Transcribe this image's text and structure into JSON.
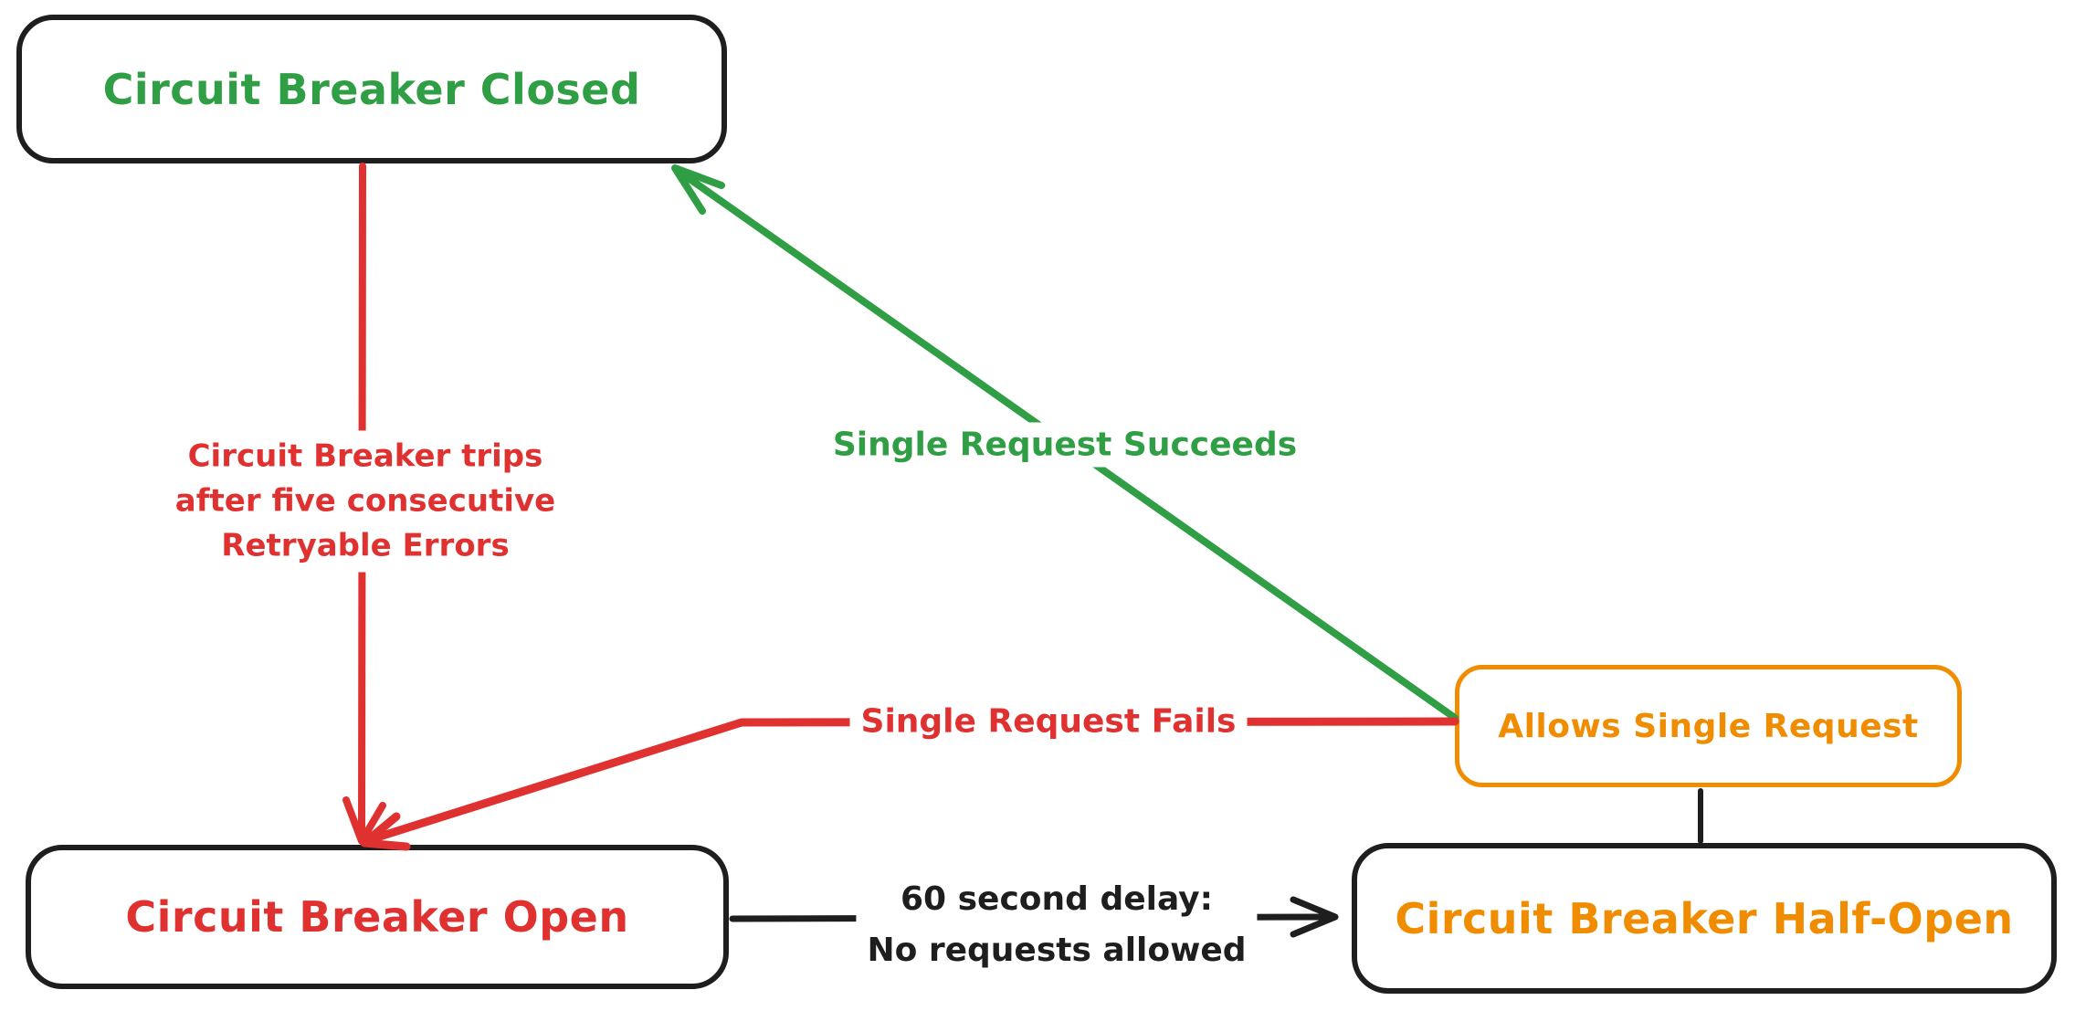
{
  "diagram": {
    "colors": {
      "green": "#2f9e44",
      "red": "#e03131",
      "orange": "#f08c00",
      "black": "#1e1e1e",
      "bg": "#ffffff"
    },
    "nodes": {
      "closed": {
        "label": "Circuit Breaker Closed"
      },
      "open": {
        "label": "Circuit Breaker Open"
      },
      "half_open": {
        "label": "Circuit Breaker Half-Open"
      },
      "allows": {
        "label": "Allows Single Request"
      }
    },
    "edges": {
      "trips": {
        "from": "closed",
        "to": "open",
        "label_lines": [
          "Circuit Breaker trips",
          "after five consecutive",
          "Retryable Errors"
        ]
      },
      "succeeds": {
        "from": "allows",
        "to": "closed",
        "label": "Single Request Succeeds"
      },
      "fails": {
        "from": "allows",
        "to": "open",
        "label": "Single Request Fails"
      },
      "delay": {
        "from": "open",
        "to": "half_open",
        "label_lines": [
          "60 second delay:",
          "No requests allowed"
        ]
      },
      "half_open_allows": {
        "from": "half_open",
        "to": "allows",
        "label": ""
      }
    }
  }
}
